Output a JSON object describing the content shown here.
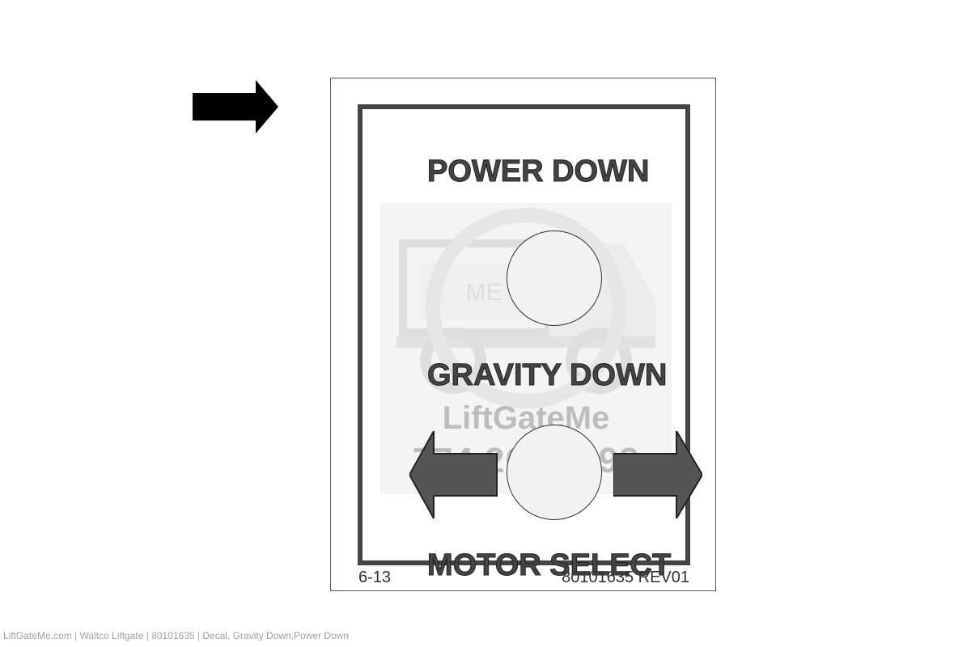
{
  "decal": {
    "labels": {
      "power_down": "POWER DOWN",
      "gravity_down": "GRAVITY DOWN",
      "motor_select": "MOTOR SELECT"
    },
    "footer": {
      "date": "6-13",
      "part_number": "80101635 REV01"
    },
    "watermark": {
      "logo_text": "ME",
      "name": "LiftGateMe",
      "phone": "774.266.8892"
    }
  },
  "caption": "LiftGateMe.com | Waltco Liftgate | 80101635 | Decal, Gravity Down,Power Down",
  "icons": {
    "pointer": "right-arrow-icon",
    "left": "left-arrow-icon",
    "right": "right-arrow-icon",
    "watermark": "truck-logo-icon"
  },
  "colors": {
    "text": "#444444",
    "arrow_fill": "#555555",
    "pointer_fill": "#000000",
    "border": "#444444"
  }
}
